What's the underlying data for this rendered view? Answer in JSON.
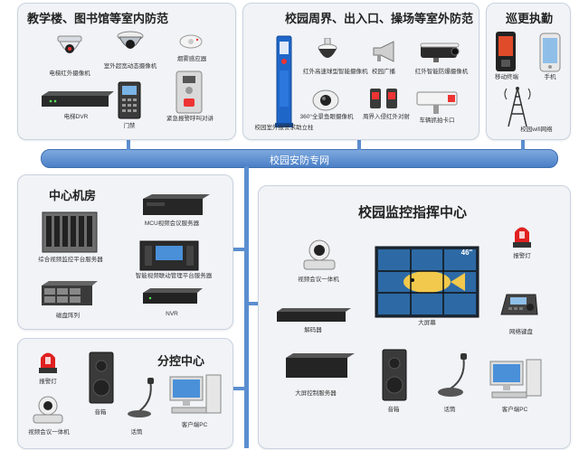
{
  "bus": {
    "label": "校园安防专网"
  },
  "panel_indoor": {
    "title": "教学楼、图书馆等室内防范",
    "devices": [
      "电梯红外摄像机",
      "室外超宽动态摄像机",
      "烟雾感应器",
      "电梯DVR",
      "门禁",
      "紧急报警呼叫对讲"
    ]
  },
  "panel_outdoor": {
    "title": "校园周界、出入口、操场等室外防范",
    "devices": [
      "校园室外报警求助立柱",
      "红外高速球型智能摄像机",
      "校园广播",
      "红外智能防爆摄像机",
      "360°全景鱼眼摄像机",
      "周界入侵红外对射",
      "车辆抓拍卡口"
    ]
  },
  "panel_patrol": {
    "title": "巡更执勤",
    "devices": [
      "移动终端",
      "手机",
      "校园wifi网络"
    ]
  },
  "panel_room": {
    "title": "中心机房",
    "devices": [
      "综合视频监控平台服务器",
      "MCU视频会议服务器",
      "智能视频联动管理平台服务器",
      "磁盘阵列",
      "NVR"
    ]
  },
  "panel_command": {
    "title": "校园监控指挥中心",
    "devices": [
      "视频会议一体机",
      "报警灯",
      "解码器",
      "大屏幕",
      "网络键盘",
      "大屏控制服务器",
      "音箱",
      "话筒",
      "客户端PC"
    ],
    "wall_size": "46\""
  },
  "panel_branch": {
    "title": "分控中心",
    "devices": [
      "报警灯",
      "音箱",
      "话筒",
      "视频会议一体机",
      "客户端PC"
    ]
  },
  "colors": {
    "bus": "#5b8ed0",
    "panel_bg": "#f1f3f6",
    "alarm": "#e02020"
  }
}
